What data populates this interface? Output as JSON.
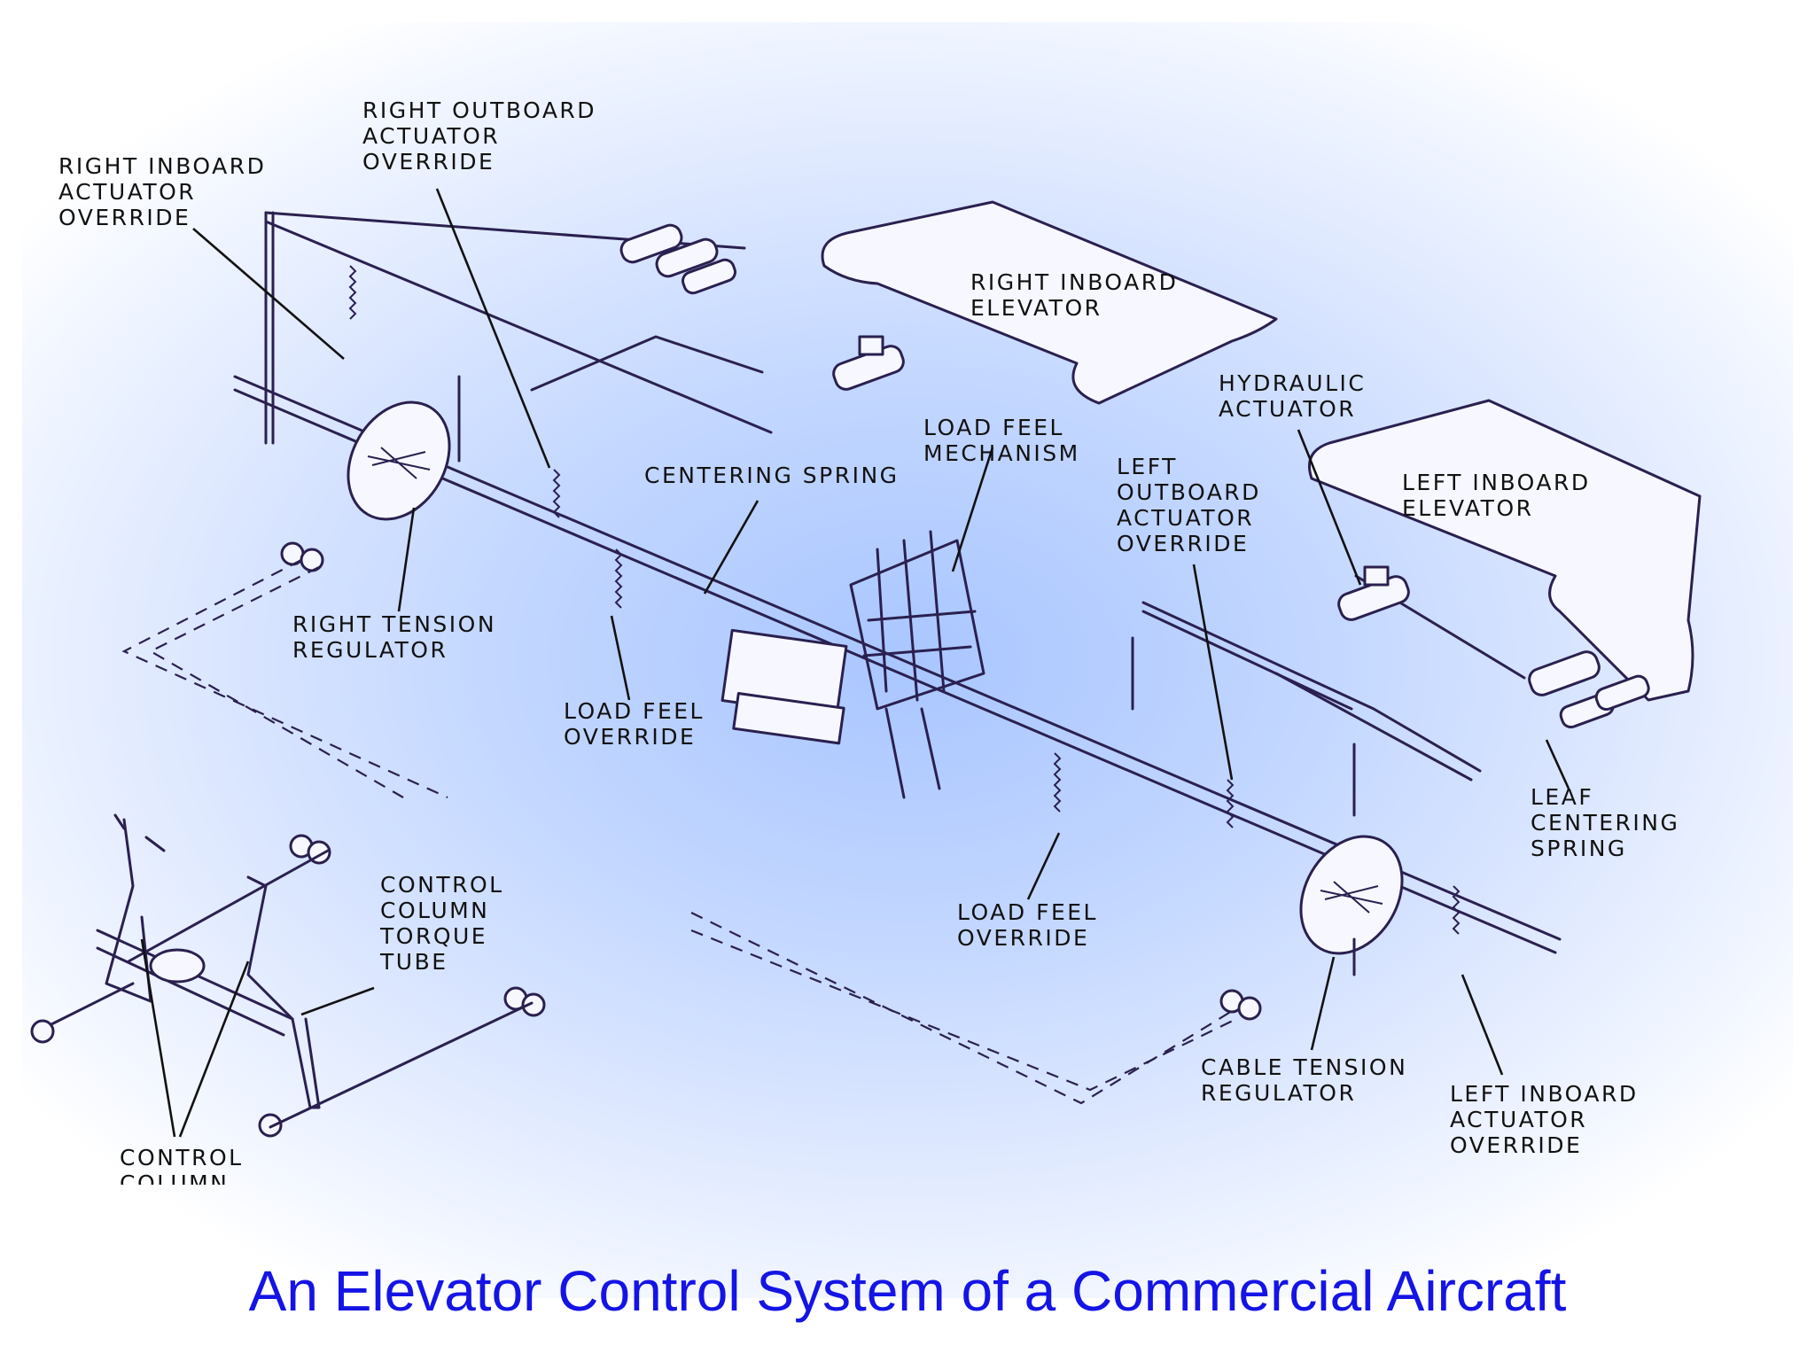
{
  "title": "An Elevator Control System of a Commercial Aircraft",
  "labels": {
    "right_inboard_actuator_override": "RIGHT INBOARD\nACTUATOR\nOVERRIDE",
    "right_outboard_actuator_override": "RIGHT OUTBOARD\nACTUATOR\nOVERRIDE",
    "right_inboard_elevator": "RIGHT INBOARD\nELEVATOR",
    "hydraulic_actuator": "HYDRAULIC\nACTUATOR",
    "load_feel_mechanism": "LOAD FEEL\nMECHANISM",
    "centering_spring": "CENTERING SPRING",
    "left_outboard_actuator_override": "LEFT\nOUTBOARD\nACTUATOR\nOVERRIDE",
    "left_inboard_elevator": "LEFT INBOARD\nELEVATOR",
    "right_tension_regulator": "RIGHT TENSION\nREGULATOR",
    "load_feel_override_left": "LOAD FEEL\nOVERRIDE",
    "leaf_centering_spring": "LEAF\nCENTERING\nSPRING",
    "control_column_torque_tube": "CONTROL\nCOLUMN\nTORQUE\nTUBE",
    "load_feel_override_right": "LOAD FEEL\nOVERRIDE",
    "cable_tension_regulator": "CABLE TENSION\nREGULATOR",
    "left_inboard_actuator_override": "LEFT INBOARD\nACTUATOR\nOVERRIDE",
    "control_column": "CONTROL\nCOLUMN"
  },
  "colors": {
    "title": "#1414e6",
    "line_art": "#2a2050",
    "background_glow": "#a9c6ff"
  }
}
